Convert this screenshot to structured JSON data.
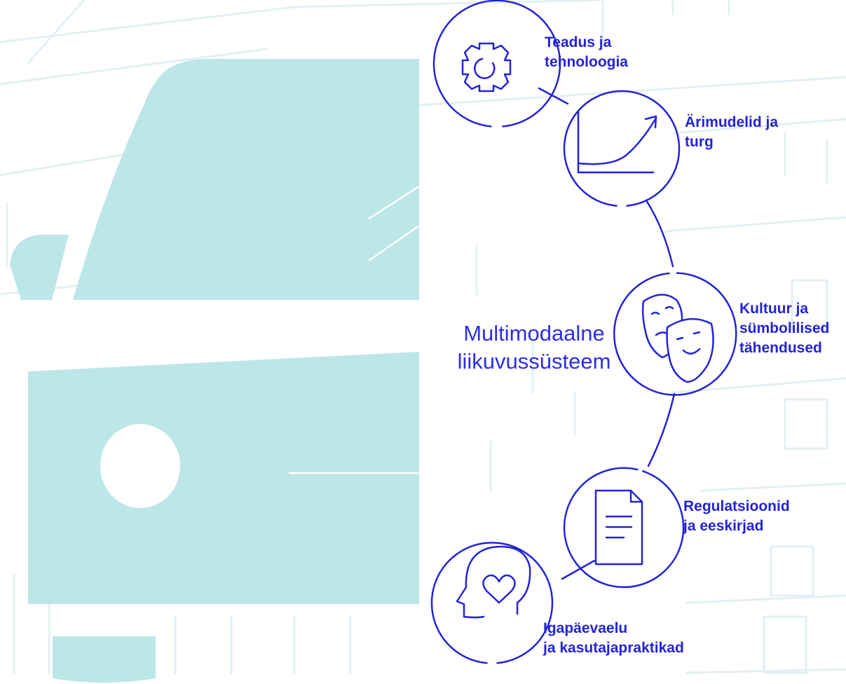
{
  "center": {
    "line1": "Multimodaalne",
    "line2": "liikuvussüsteem"
  },
  "nodes": [
    {
      "icon": "gear-icon",
      "line1": "Teadus ja",
      "line2": "tehnoloogia"
    },
    {
      "icon": "growth-chart-icon",
      "line1": "Ärimudelid ja",
      "line2": "turg"
    },
    {
      "icon": "theatre-masks-icon",
      "line1": "Kultuur ja",
      "line2": "sümbolilised",
      "line3": "tähendused"
    },
    {
      "icon": "document-icon",
      "line1": "Regulatsioonid",
      "line2": "ja eeskirjad"
    },
    {
      "icon": "head-heart-icon",
      "line1": "Igapäevaelu",
      "line2": "ja kasutajapraktikad"
    }
  ],
  "colors": {
    "accent": "#2323d6",
    "bus": "#bce6e8",
    "sketch": "#e3eff4",
    "background": "#ffffff"
  }
}
